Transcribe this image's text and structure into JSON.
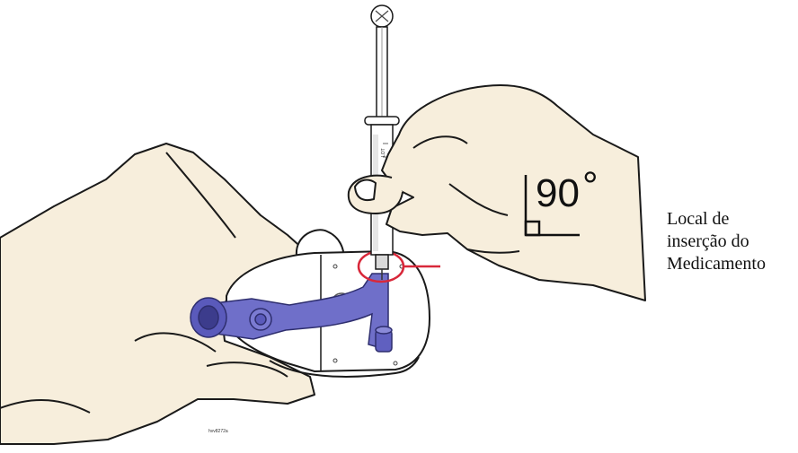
{
  "angle": {
    "value_text": "90",
    "degree_symbol": "°"
  },
  "site_label": {
    "lines": [
      "Local de",
      "inserção do",
      "Medicamento"
    ]
  },
  "syringe": {
    "barrel_text": "LOT"
  },
  "figure_code": "hvv8272a",
  "colors": {
    "skin": "#f7eedc",
    "outline": "#1a1a1a",
    "device_blue": "#6f6fc9",
    "device_blue_dark": "#4b4ba8",
    "highlight_circle": "#d8283a",
    "device_body": "#ffffff"
  }
}
